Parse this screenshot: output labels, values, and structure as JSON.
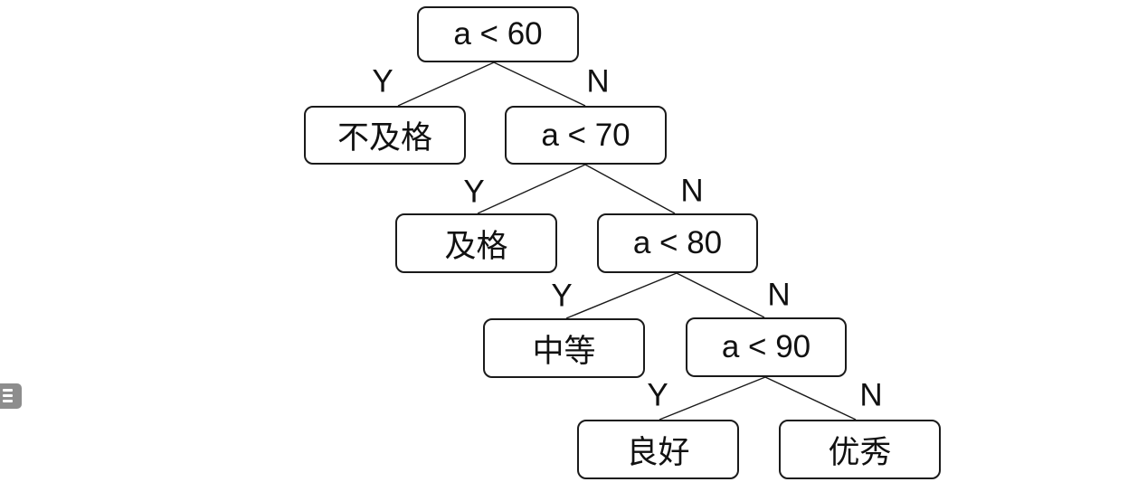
{
  "diagram": {
    "type": "decision-tree",
    "topic": "score grading",
    "colors": {
      "background": "#ffffff",
      "node_border": "#1a1a1a",
      "edge_line": "#1a1a1a",
      "text": "#111111",
      "list_button_gray": "#8d8d8d"
    },
    "nodes": [
      {
        "label": "a < 60",
        "kind": "decision"
      },
      {
        "label": "不及格",
        "kind": "result"
      },
      {
        "label": "a < 70",
        "kind": "decision"
      },
      {
        "label": "及格",
        "kind": "result"
      },
      {
        "label": "a < 80",
        "kind": "decision"
      },
      {
        "label": "中等",
        "kind": "result"
      },
      {
        "label": "a < 90",
        "kind": "decision"
      },
      {
        "label": "良好",
        "kind": "result"
      },
      {
        "label": "优秀",
        "kind": "result"
      }
    ],
    "edges": [
      {
        "from": "a < 60",
        "to": "不及格",
        "label": "Y"
      },
      {
        "from": "a < 60",
        "to": "a < 70",
        "label": "N"
      },
      {
        "from": "a < 70",
        "to": "及格",
        "label": "Y"
      },
      {
        "from": "a < 70",
        "to": "a < 80",
        "label": "N"
      },
      {
        "from": "a < 80",
        "to": "中等",
        "label": "Y"
      },
      {
        "from": "a < 80",
        "to": "a < 90",
        "label": "N"
      },
      {
        "from": "a < 90",
        "to": "良好",
        "label": "Y"
      },
      {
        "from": "a < 90",
        "to": "优秀",
        "label": "N"
      }
    ],
    "icons": {
      "sidebar_toggle": "list-icon"
    }
  }
}
